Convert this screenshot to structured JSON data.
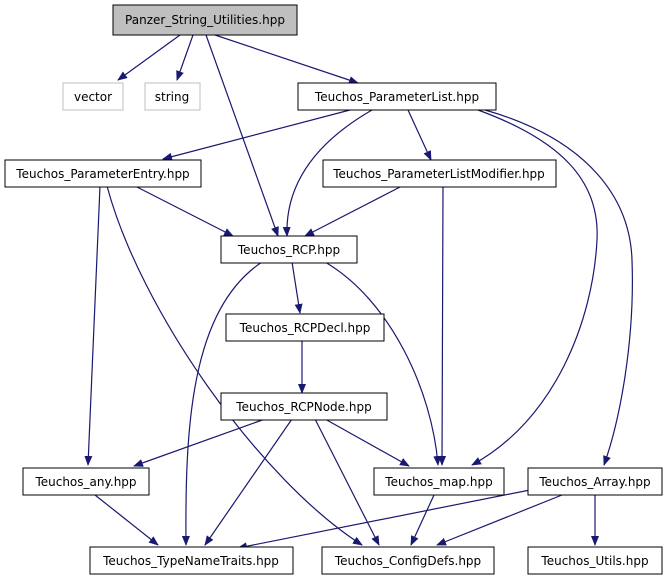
{
  "nodes": {
    "panzer_string_utilities": "Panzer_String_Utilities.hpp",
    "vector": "vector",
    "string": "string",
    "parameter_list": "Teuchos_ParameterList.hpp",
    "parameter_entry": "Teuchos_ParameterEntry.hpp",
    "parameter_list_modifier": "Teuchos_ParameterListModifier.hpp",
    "rcp": "Teuchos_RCP.hpp",
    "rcp_decl": "Teuchos_RCPDecl.hpp",
    "rcp_node": "Teuchos_RCPNode.hpp",
    "any": "Teuchos_any.hpp",
    "map": "Teuchos_map.hpp",
    "array": "Teuchos_Array.hpp",
    "type_name_traits": "Teuchos_TypeNameTraits.hpp",
    "config_defs": "Teuchos_ConfigDefs.hpp",
    "utils": "Teuchos_Utils.hpp"
  },
  "colors": {
    "edge": "#191970",
    "node_border": "#000000",
    "external_border": "#bfbfbf",
    "root_fill": "#bfbfbf",
    "node_fill": "#ffffff"
  }
}
